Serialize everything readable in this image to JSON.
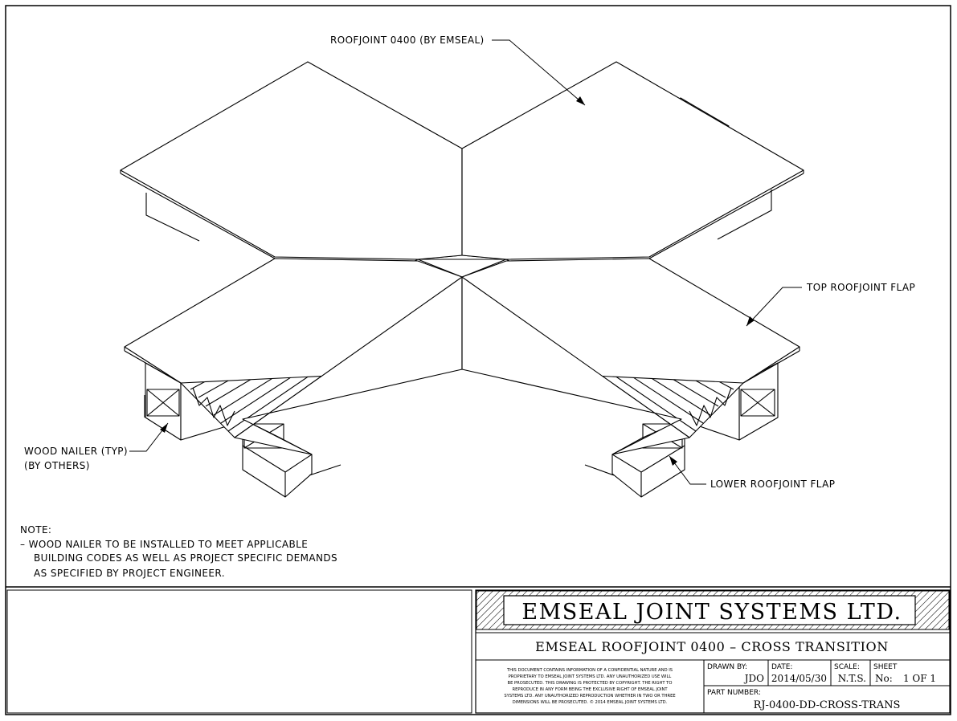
{
  "callouts": {
    "roofjoint": "ROOFJOINT 0400 (BY EMSEAL)",
    "top_flap": "TOP ROOFJOINT FLAP",
    "wood_nailer_1": "WOOD NAILER (TYP)",
    "wood_nailer_2": "(BY OTHERS)",
    "lower_flap": "LOWER ROOFJOINT FLAP"
  },
  "note": {
    "heading": "NOTE:",
    "lines": [
      "– WOOD NAILER TO BE INSTALLED TO MEET APPLICABLE",
      "BUILDING CODES AS WELL AS PROJECT SPECIFIC DEMANDS",
      "AS SPECIFIED BY PROJECT ENGINEER."
    ]
  },
  "title_block": {
    "company": "EMSEAL JOINT SYSTEMS LTD.",
    "drawing_title": "EMSEAL ROOFJOINT 0400 – CROSS TRANSITION",
    "legal_lines": [
      "THIS DOCUMENT CONTAINS INFORMATION OF A CONFIDENTIAL NATURE AND IS",
      "PROPRIETARY TO EMSEAL JOINT SYSTEMS LTD. ANY UNAUTHORIZED USE WILL",
      "BE PROSECUTED. THIS DRAWING IS PROTECTED BY COPYRIGHT. THE RIGHT TO",
      "REPRODUCE IN ANY FORM BEING THE EXCLUSIVE RIGHT OF EMSEAL JOINT",
      "SYSTEMS LTD. ANY UNAUTHORIZED REPRODUCTION WHETHER IN TWO OR THREE",
      "DIMENSIONS WILL BE PROSECUTED. © 2014 EMSEAL JOINT SYSTEMS LTD."
    ],
    "drawn_by_label": "DRAWN BY:",
    "drawn_by": "JDO",
    "date_label": "DATE:",
    "date": "2014/05/30",
    "scale_label": "SCALE:",
    "scale": "N.T.S.",
    "sheet_label": "SHEET",
    "sheet_no_label": "No:",
    "sheet_no": "1 OF 1",
    "part_number_label": "PART NUMBER:",
    "part_number": "RJ-0400-DD-CROSS-TRANS"
  }
}
